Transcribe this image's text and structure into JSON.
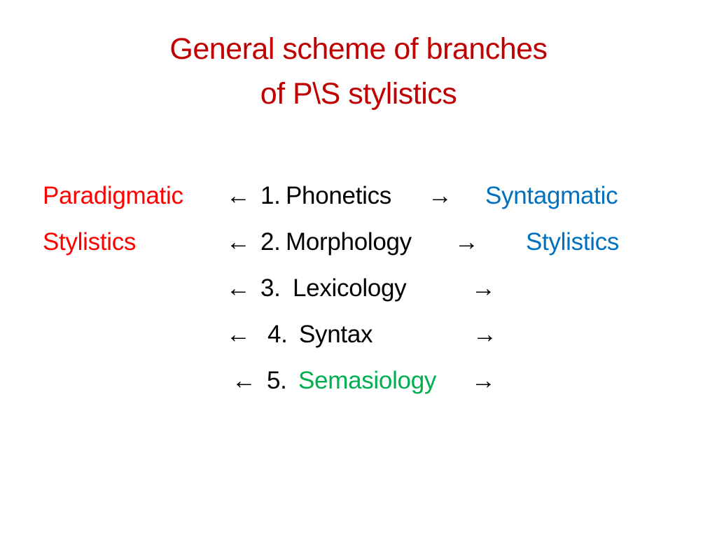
{
  "slide": {
    "title_lines": [
      "General scheme of branches",
      "of P\\S stylistics"
    ],
    "left_label": {
      "lines": [
        "Paradigmatic",
        "Stylistics"
      ],
      "color": "#ff0000"
    },
    "right_label": {
      "lines": [
        "Syntagmatic",
        "Stylistics"
      ],
      "color": "#0070c0"
    },
    "branches": [
      {
        "left_arrow": "←",
        "number": "1.",
        "name": "Phonetics",
        "right_arrow": "→"
      },
      {
        "left_arrow": "←",
        "number": "2.",
        "name": "Morphology",
        "right_arrow": "→"
      },
      {
        "left_arrow": "←",
        "number": "3.",
        "name": "Lexicology",
        "right_arrow": "→"
      },
      {
        "left_arrow": "←",
        "number": "4.",
        "name": "Syntax",
        "right_arrow": "→"
      },
      {
        "left_arrow": "←",
        "number": "5.",
        "name": "Semasiology",
        "right_arrow": "→",
        "name_color": "#00b050"
      }
    ],
    "colors": {
      "title": "#c00000",
      "paradigmatic": "#ff0000",
      "syntagmatic": "#0070c0",
      "branch_text": "#000000",
      "semasiology": "#00b050",
      "background": "#ffffff"
    }
  }
}
